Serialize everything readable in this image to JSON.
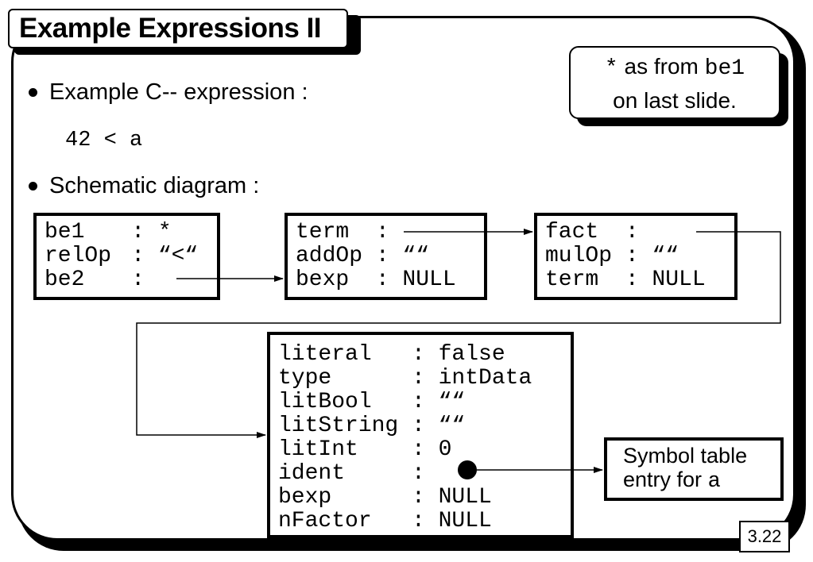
{
  "title": "Example Expressions II",
  "note": {
    "prefix": "*",
    "line1_text": "as from",
    "line1_code": "be1",
    "line2": "on last slide."
  },
  "bullets": [
    "Example C-- expression :",
    "Schematic diagram :"
  ],
  "expression": "42 < a",
  "boxes": {
    "be": [
      {
        "key": "be1",
        "value": "*"
      },
      {
        "key": "relOp",
        "value": "“<“"
      },
      {
        "key": "be2",
        "value": ""
      }
    ],
    "bexp": [
      {
        "key": "term",
        "value": ""
      },
      {
        "key": "addOp",
        "value": "““"
      },
      {
        "key": "bexp",
        "value": "NULL"
      }
    ],
    "term": [
      {
        "key": "fact",
        "value": ""
      },
      {
        "key": "mulOp",
        "value": "““"
      },
      {
        "key": "term",
        "value": "NULL"
      }
    ],
    "factor": [
      {
        "key": "literal",
        "value": "false"
      },
      {
        "key": "type",
        "value": "intData"
      },
      {
        "key": "litBool",
        "value": "““"
      },
      {
        "key": "litString",
        "value": "““"
      },
      {
        "key": "litInt",
        "value": "0"
      },
      {
        "key": "ident",
        "value": ""
      },
      {
        "key": "bexp",
        "value": "NULL"
      },
      {
        "key": "nFactor",
        "value": "NULL"
      }
    ]
  },
  "symbol_table": {
    "line1": "Symbol table",
    "line2_text": "entry for",
    "line2_code": "a"
  },
  "page_number": "3.22",
  "colors": {
    "foreground": "#000000",
    "background": "#ffffff"
  }
}
